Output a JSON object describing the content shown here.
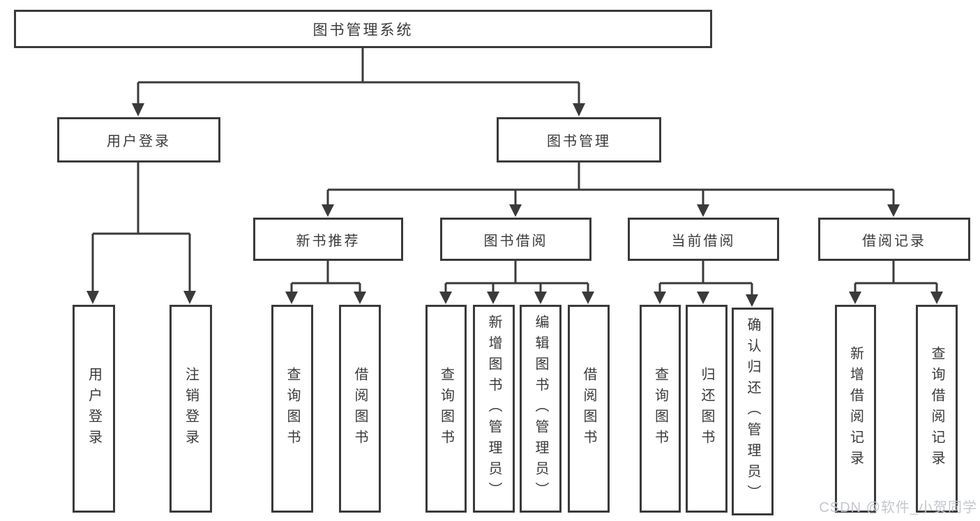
{
  "colors": {
    "line": "#3a3a3a",
    "text": "#3a3a3a",
    "background": "#ffffff",
    "watermark": "#c3c7cd"
  },
  "watermark": {
    "text": "CSDN @软件_小贺同学"
  },
  "tree": {
    "root": {
      "label": "图书管理系统"
    },
    "branches": [
      {
        "label": "用户登录",
        "children": [
          {
            "label": "用户登录"
          },
          {
            "label": "注销登录"
          }
        ]
      },
      {
        "label": "图书管理",
        "groups": [
          {
            "label": "新书推荐",
            "children": [
              {
                "label": "查询图书"
              },
              {
                "label": "借阅图书"
              }
            ]
          },
          {
            "label": "图书借阅",
            "children": [
              {
                "label": "查询图书"
              },
              {
                "label": "新增图书（管理员）"
              },
              {
                "label": "编辑图书（管理员）"
              },
              {
                "label": "借阅图书"
              }
            ]
          },
          {
            "label": "当前借阅",
            "children": [
              {
                "label": "查询图书"
              },
              {
                "label": "归还图书"
              },
              {
                "label": "确认归还（管理员）"
              }
            ]
          },
          {
            "label": "借阅记录",
            "children": [
              {
                "label": "新增借阅记录"
              },
              {
                "label": "查询借阅记录"
              }
            ]
          }
        ]
      }
    ]
  }
}
